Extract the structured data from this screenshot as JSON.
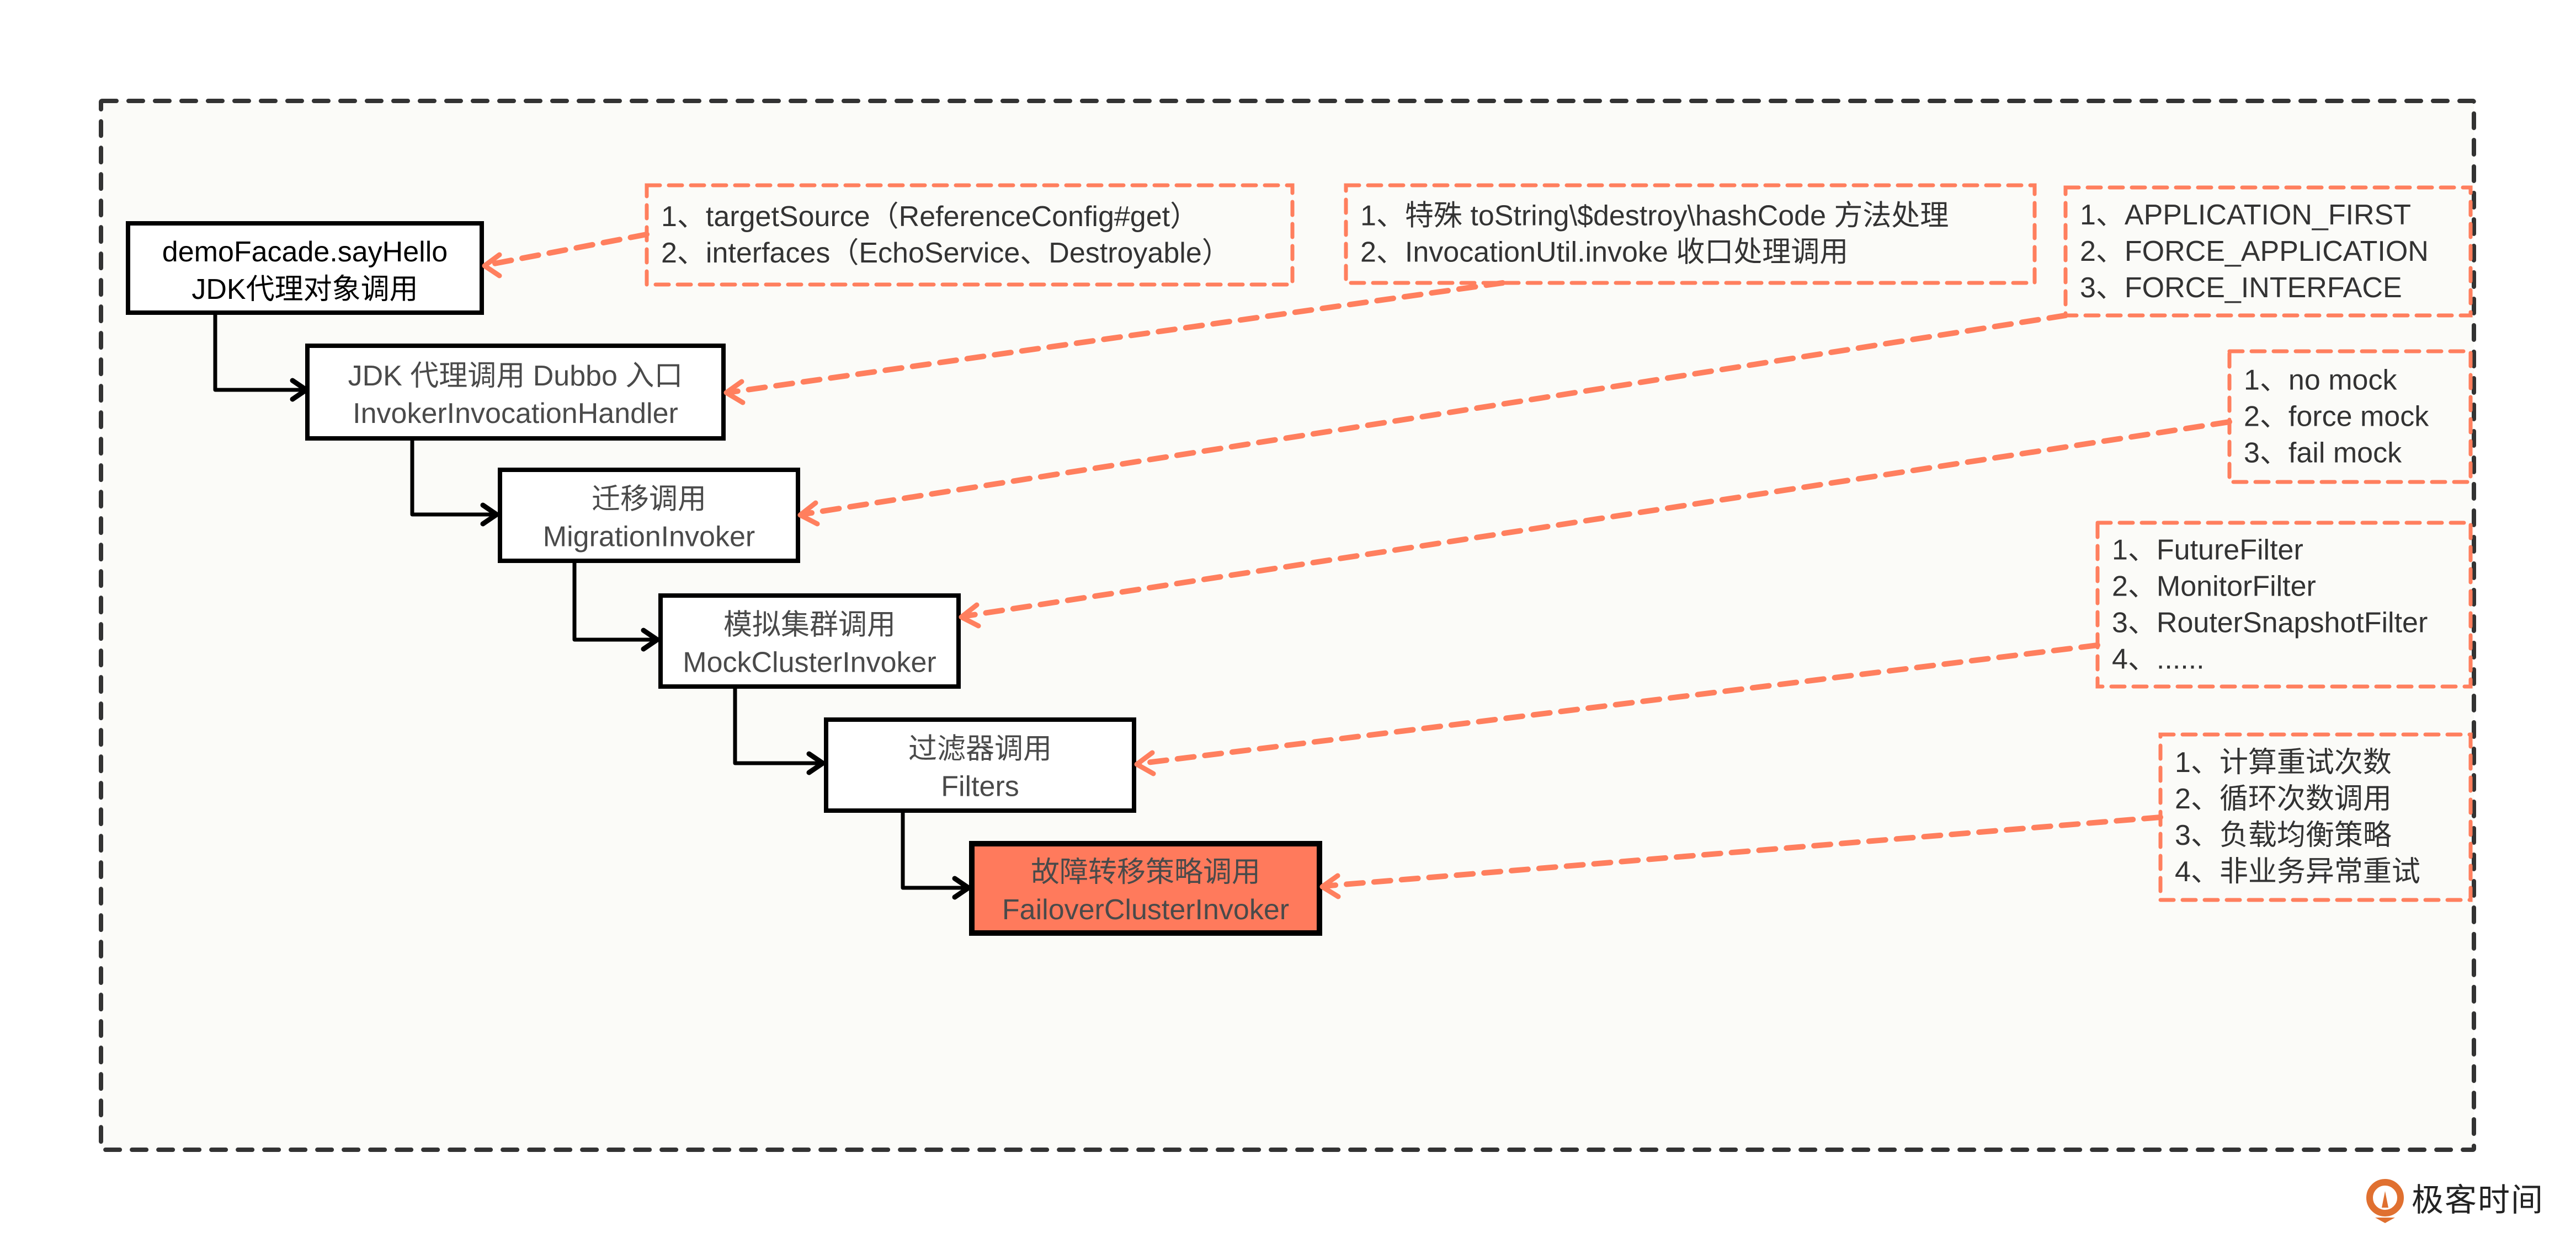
{
  "diagram": {
    "title": "Dubbo consumer invocation chain",
    "colors": {
      "accent": "#FF7F5E",
      "highlight_fill": "#FF7A5C",
      "background": "#FBFBF8",
      "box_border": "#000000",
      "text": "#4a4a4a"
    },
    "chain": [
      {
        "id": "n1",
        "line1": "demoFacade.sayHello",
        "line2": "JDK代理对象调用",
        "highlight": false
      },
      {
        "id": "n2",
        "line1": "JDK 代理调用 Dubbo 入口",
        "line2": "InvokerInvocationHandler",
        "highlight": false
      },
      {
        "id": "n3",
        "line1": "迁移调用",
        "line2": "MigrationInvoker",
        "highlight": false
      },
      {
        "id": "n4",
        "line1": "模拟集群调用",
        "line2": "MockClusterInvoker",
        "highlight": false
      },
      {
        "id": "n5",
        "line1": "过滤器调用",
        "line2": "Filters",
        "highlight": false
      },
      {
        "id": "n6",
        "line1": "故障转移策略调用",
        "line2": "FailoverClusterInvoker",
        "highlight": true
      }
    ],
    "notes": [
      {
        "id": "a1",
        "target": "n1",
        "lines": [
          "1、targetSource（ReferenceConfig#get）",
          "2、interfaces（EchoService、Destroyable）"
        ]
      },
      {
        "id": "a2",
        "target": "n2",
        "lines": [
          "1、特殊 toString\\$destroy\\hashCode 方法处理",
          "2、InvocationUtil.invoke 收口处理调用"
        ]
      },
      {
        "id": "a3",
        "target": "n3",
        "lines": [
          "1、APPLICATION_FIRST",
          "2、FORCE_APPLICATION",
          "3、FORCE_INTERFACE"
        ]
      },
      {
        "id": "a4",
        "target": "n4",
        "lines": [
          "1、no mock",
          "2、force mock",
          "3、fail mock"
        ]
      },
      {
        "id": "a5",
        "target": "n5",
        "lines": [
          "1、FutureFilter",
          "2、MonitorFilter",
          "3、RouterSnapshotFilter",
          "4、......"
        ]
      },
      {
        "id": "a6",
        "target": "n6",
        "lines": [
          "1、计算重试次数",
          "2、循环次数调用",
          "3、负载均衡策略",
          "4、非业务异常重试"
        ]
      }
    ]
  },
  "branding": {
    "logo_icon": "geektime-logo-icon",
    "logo_text": "极客时间"
  }
}
